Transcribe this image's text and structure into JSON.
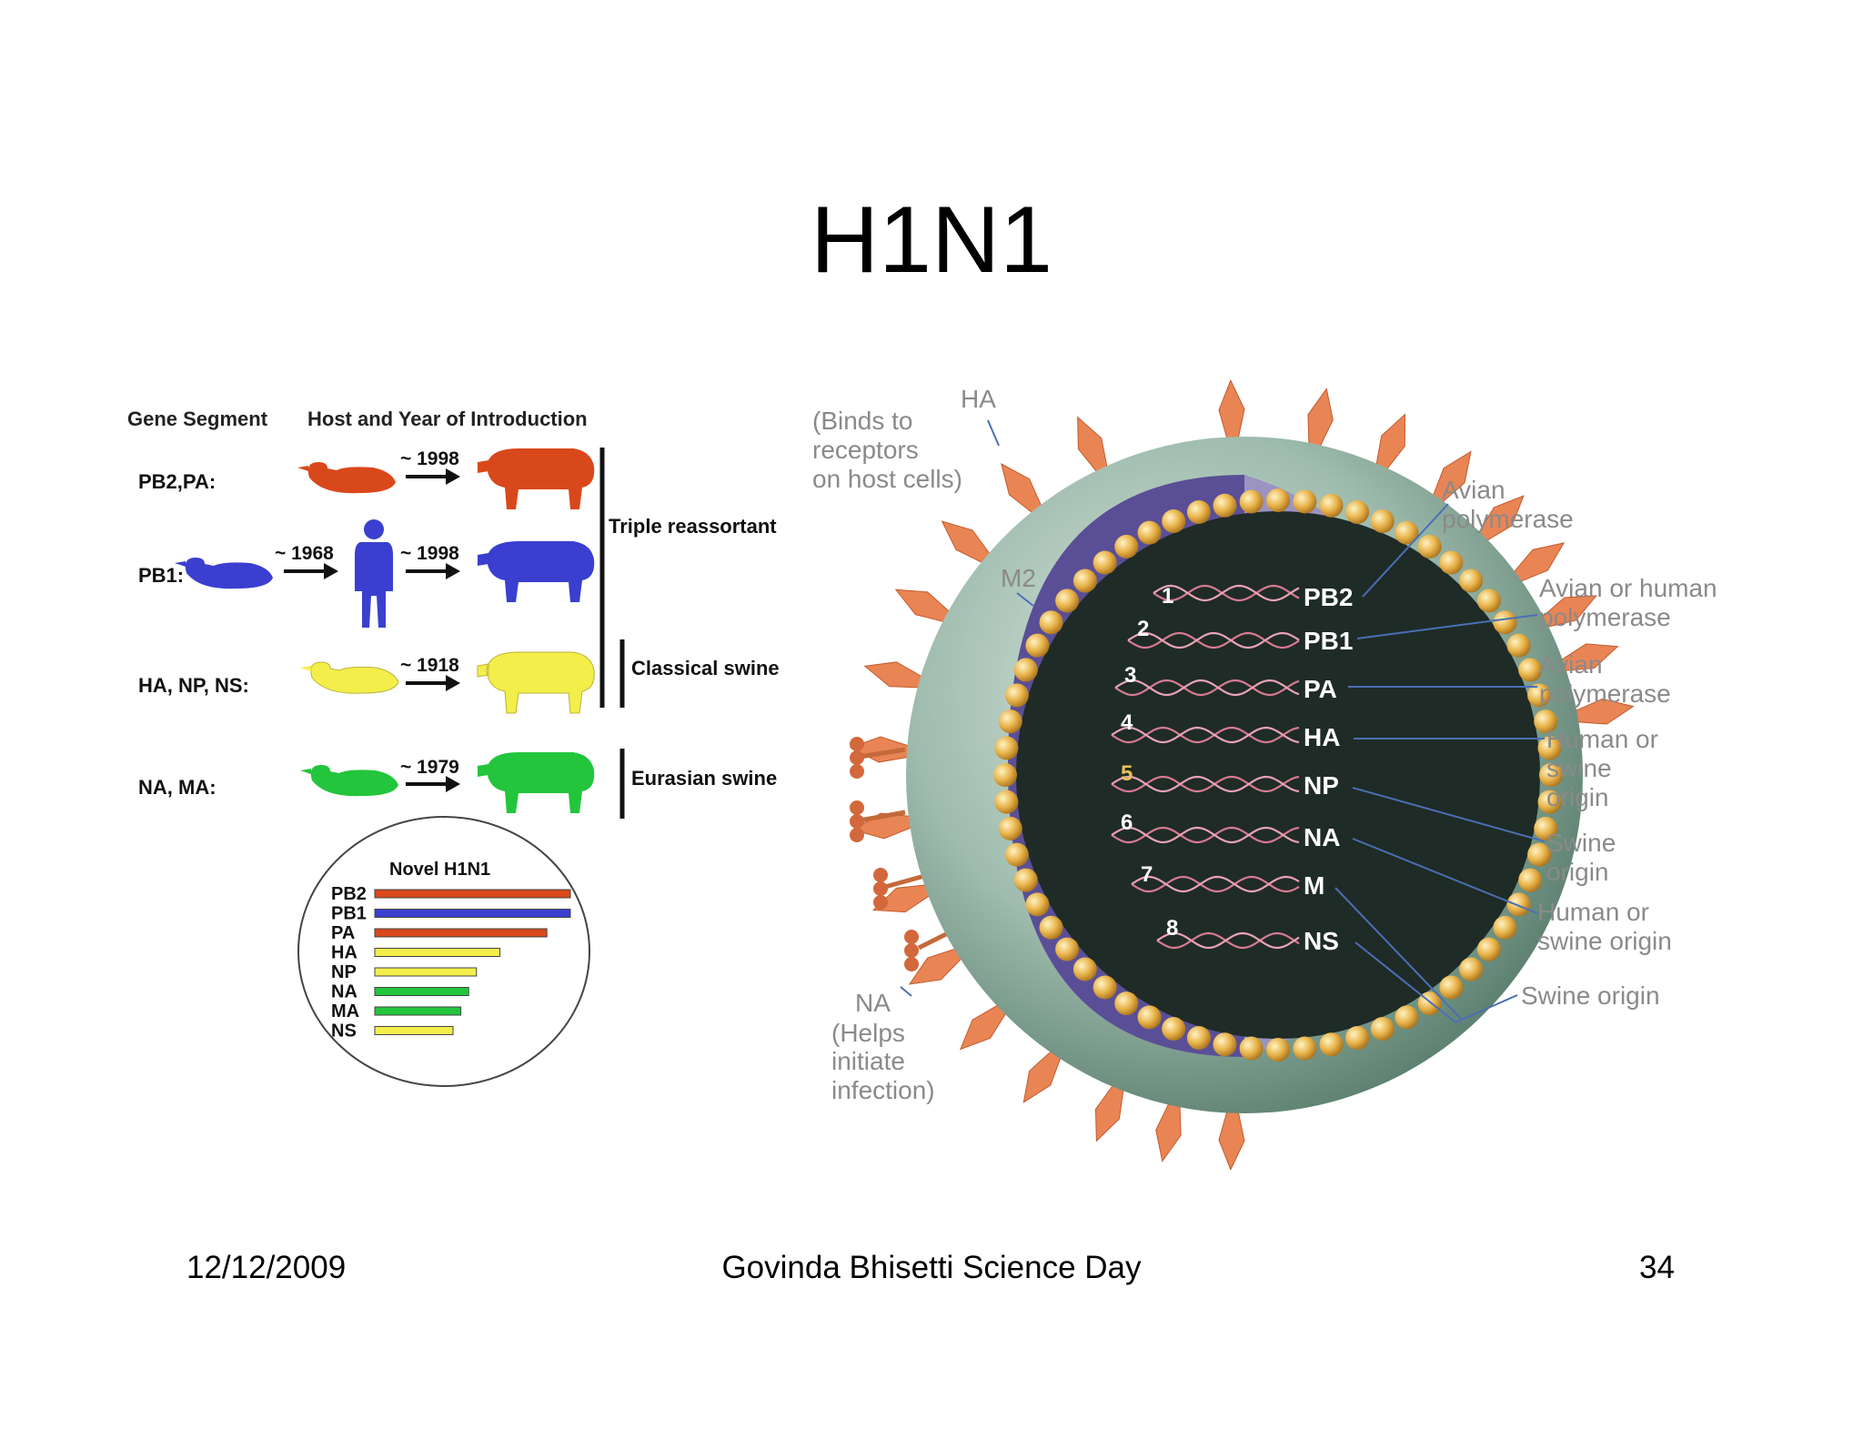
{
  "slide": {
    "title": "H1N1",
    "footer_date": "12/12/2009",
    "footer_center": "Govinda Bhisetti Science Day",
    "footer_page": "34"
  },
  "left_diagram": {
    "header_gene": "Gene Segment",
    "header_host": "Host and Year of Introduction",
    "rows": [
      {
        "segment": "PB2,PA:",
        "years": [
          "~ 1998"
        ],
        "color": "#d9481b"
      },
      {
        "segment": "PB1:",
        "years": [
          "~ 1968",
          "~ 1998"
        ],
        "color": "#3a3fcf"
      },
      {
        "segment": "HA, NP, NS:",
        "years": [
          "~ 1918"
        ],
        "color": "#f3ee4a"
      },
      {
        "segment": "NA, MA:",
        "years": [
          "~ 1979"
        ],
        "color": "#22c53c"
      }
    ],
    "groups": [
      "Triple reassortant",
      "Classical swine",
      "Eurasian swine"
    ],
    "novel": {
      "title": "Novel H1N1",
      "segments": [
        {
          "label": "PB2",
          "color": "#d9481b",
          "length": 1.0
        },
        {
          "label": "PB1",
          "color": "#3a3fcf",
          "length": 1.0
        },
        {
          "label": "PA",
          "color": "#d9481b",
          "length": 0.88
        },
        {
          "label": "HA",
          "color": "#f3ee4a",
          "length": 0.64
        },
        {
          "label": "NP",
          "color": "#f3ee4a",
          "length": 0.52
        },
        {
          "label": "NA",
          "color": "#22c53c",
          "length": 0.48
        },
        {
          "label": "MA",
          "color": "#22c53c",
          "length": 0.44
        },
        {
          "label": "NS",
          "color": "#f3ee4a",
          "length": 0.4
        }
      ]
    }
  },
  "virion": {
    "ha_label": "HA",
    "ha_desc": [
      "(Binds to",
      "receptors",
      "on host cells)"
    ],
    "m2_label": "M2",
    "na_label": "NA",
    "na_desc": [
      "(Helps",
      "initiate",
      "infection)"
    ],
    "numbers": [
      "1",
      "2",
      "3",
      "4",
      "5",
      "6",
      "7",
      "8"
    ],
    "segments": [
      "PB2",
      "PB1",
      "PA",
      "HA",
      "NP",
      "NA",
      "M",
      "NS"
    ],
    "origins": [
      [
        "Avian",
        "polymerase"
      ],
      [
        "Avian or human",
        "polymerase"
      ],
      [
        "Avian",
        "polymerase"
      ],
      [
        "Human or",
        "swine",
        "origin"
      ],
      [
        "Swine",
        "origin"
      ],
      [
        "Human or",
        "swine origin"
      ],
      [
        "Swine origin"
      ]
    ]
  }
}
